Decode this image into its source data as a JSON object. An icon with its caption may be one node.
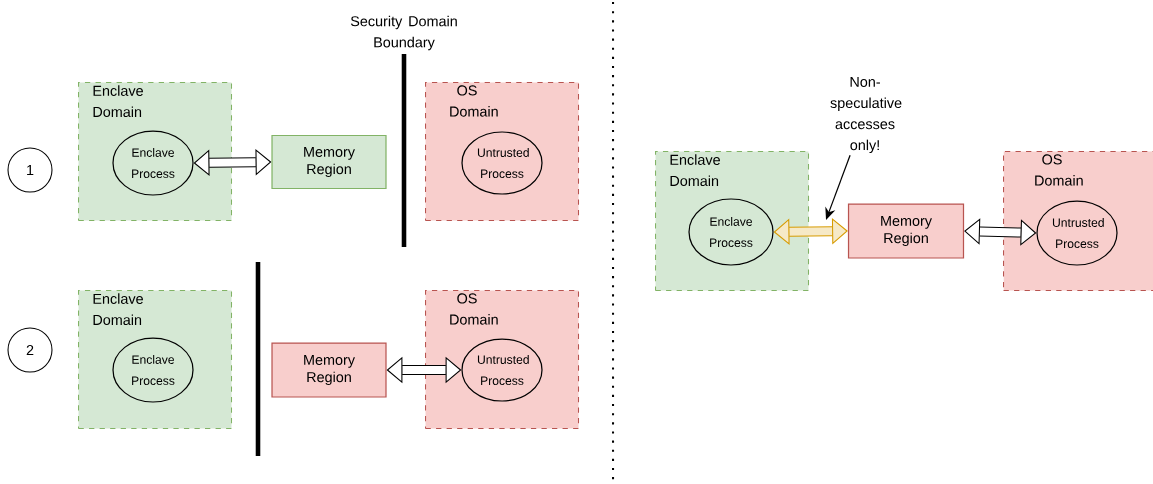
{
  "diagram": {
    "nodes": [
      {
        "text": [
          "1"
        ]
      },
      {
        "text": [
          "Enclave Domain"
        ]
      },
      {
        "text": [
          "Enclave Process"
        ],
        "in": 1
      },
      {
        "text": [
          "Memory Region"
        ]
      },
      {
        "text": [
          "OS Domain"
        ]
      },
      {
        "text": [
          "Untrusted Process"
        ],
        "in": 4
      },
      {
        "text": [
          "2"
        ]
      },
      {
        "text": [
          "Enclave Domain"
        ]
      },
      {
        "text": [
          "Enclave Process"
        ],
        "in": 7
      },
      {
        "text": [
          "Memory Region"
        ]
      },
      {
        "text": [
          "OS Domain"
        ]
      },
      {
        "text": [
          "Untrusted Process"
        ],
        "in": 10
      },
      {
        "text": [
          "Non-speculative accesses only!"
        ]
      },
      {
        "text": [
          "Enclave Domain"
        ]
      },
      {
        "text": [
          "Enclave Process"
        ],
        "in": 13
      },
      {
        "text": [
          "Memory Region"
        ]
      },
      {
        "text": [
          "OS Domain"
        ]
      },
      {
        "text": [
          "Untrusted Process"
        ],
        "in": 16
      }
    ],
    "edges": [
      {
        "from": 2,
        "to": 3,
        "arrow": "both"
      },
      {
        "from": 9,
        "to": 11,
        "arrow": "both"
      },
      {
        "from": 14,
        "to": 15,
        "arrow": "both",
        "color": "#d79b00"
      },
      {
        "from": 15,
        "to": 17,
        "arrow": "both"
      },
      {
        "from": 12,
        "to": null,
        "arrow": "to"
      }
    ],
    "labels": [
      "Security Domain Boundary"
    ]
  }
}
